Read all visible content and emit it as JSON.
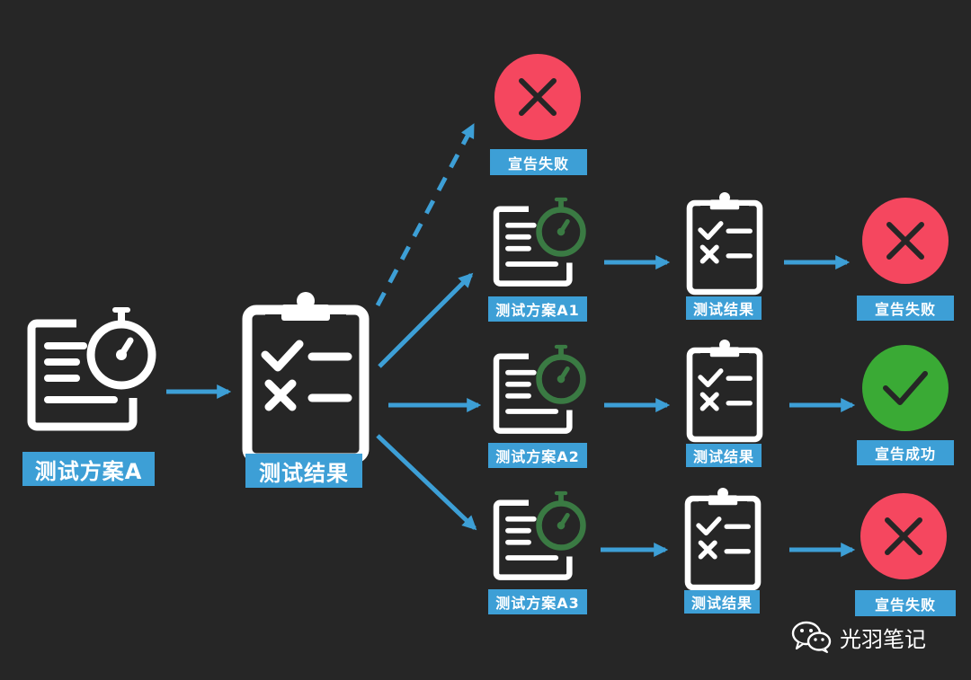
{
  "colors": {
    "background": "#262626",
    "arrow": "#3d9fd6",
    "label_bg": "#3d9fd6",
    "fail": "#f5475f",
    "success": "#3aaa35",
    "timer_green": "#3a7a43",
    "icon_white": "#ffffff"
  },
  "nodes": {
    "plan_a": "测试方案A",
    "result_main": "测试结果",
    "fail_top": "宣告失败",
    "plan_a1": "测试方案A1",
    "plan_a2": "测试方案A2",
    "plan_a3": "测试方案A3",
    "result_1": "测试结果",
    "result_2": "测试结果",
    "result_3": "测试结果",
    "outcome_1": "宣告失败",
    "outcome_2": "宣告成功",
    "outcome_3": "宣告失败"
  },
  "watermark": {
    "icon": "wechat-icon",
    "text": "光羽笔记"
  }
}
